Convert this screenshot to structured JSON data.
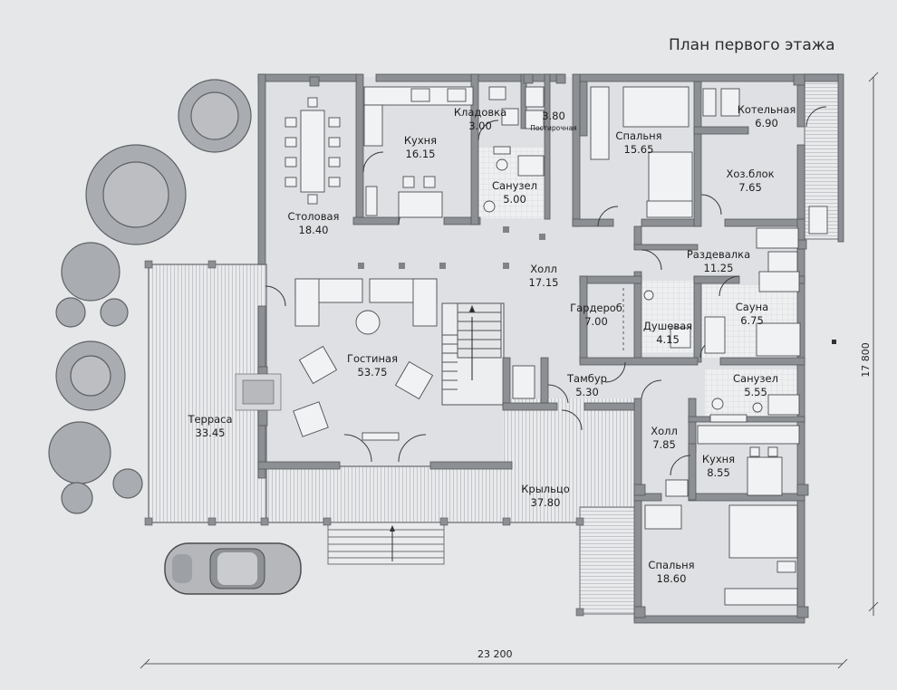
{
  "title": "План первого этажа",
  "dimensions": {
    "width": "23 200",
    "height": "17 800"
  },
  "rooms": [
    {
      "key": "dining",
      "name": "Столовая",
      "area": "18.40"
    },
    {
      "key": "kitchen1",
      "name": "Кухня",
      "area": "16.15"
    },
    {
      "key": "pantry",
      "name": "Кладовка",
      "area": "3.00"
    },
    {
      "key": "laundry",
      "name": "Постирочная",
      "area": "3.80"
    },
    {
      "key": "bath1",
      "name": "Санузел",
      "area": "5.00"
    },
    {
      "key": "bed1",
      "name": "Спальня",
      "area": "15.65"
    },
    {
      "key": "boiler",
      "name": "Котельная",
      "area": "6.90"
    },
    {
      "key": "utility",
      "name": "Хоз.блок",
      "area": "7.65"
    },
    {
      "key": "changing",
      "name": "Раздевалка",
      "area": "11.25"
    },
    {
      "key": "hall1",
      "name": "Холл",
      "area": "17.15"
    },
    {
      "key": "wardrobe",
      "name": "Гардероб",
      "area": "7.00"
    },
    {
      "key": "shower",
      "name": "Душевая",
      "area": "4.15"
    },
    {
      "key": "sauna",
      "name": "Сауна",
      "area": "6.75"
    },
    {
      "key": "living",
      "name": "Гостиная",
      "area": "53.75"
    },
    {
      "key": "vestibule",
      "name": "Тамбур",
      "area": "5.30"
    },
    {
      "key": "bath2",
      "name": "Санузел",
      "area": "5.55"
    },
    {
      "key": "terrace",
      "name": "Терраса",
      "area": "33.45"
    },
    {
      "key": "hall2",
      "name": "Холл",
      "area": "7.85"
    },
    {
      "key": "kitchen2",
      "name": "Кухня",
      "area": "8.55"
    },
    {
      "key": "porch",
      "name": "Крыльцо",
      "area": "37.80"
    },
    {
      "key": "bed2",
      "name": "Спальня",
      "area": "18.60"
    }
  ]
}
